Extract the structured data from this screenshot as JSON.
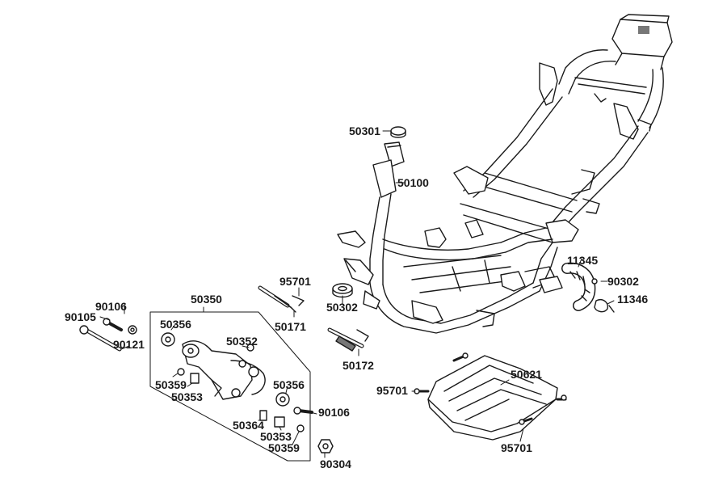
{
  "labels": {
    "l50301": "50301",
    "l50100": "50100",
    "l95701a": "95701",
    "l50302": "50302",
    "l50171": "50171",
    "l50172": "50172",
    "l11345": "11345",
    "l90302": "90302",
    "l11346": "11346",
    "l90106a": "90106",
    "l90105": "90105",
    "l90121": "90121",
    "l50350": "50350",
    "l50356a": "50356",
    "l50352": "50352",
    "l50359a": "50359",
    "l50353a": "50353",
    "l50356b": "50356",
    "l90106b": "90106",
    "l50364": "50364",
    "l50353b": "50353",
    "l50359b": "50359",
    "l90304": "90304",
    "l95701b": "95701",
    "l50621": "50621",
    "l95701c": "95701"
  },
  "colors": {
    "line": "#1a1a1a",
    "fill": "#ffffff",
    "shade": "#bdbdbd",
    "dark": "#555555"
  }
}
